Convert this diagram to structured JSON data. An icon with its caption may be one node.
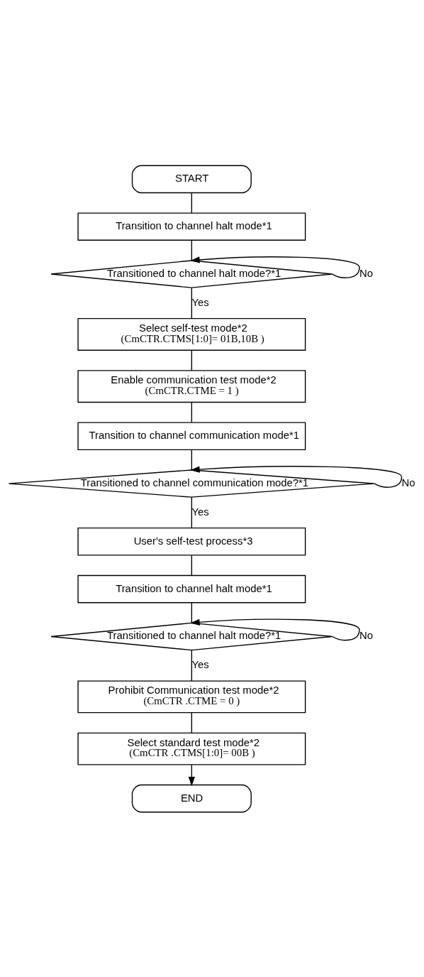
{
  "diagram": {
    "nodes": [
      {
        "text": [
          "START"
        ]
      },
      {
        "text": [
          "Transition to channel halt mode*1"
        ]
      },
      {
        "text": [
          "Transitioned to channel halt mode?*1"
        ]
      },
      {
        "text": [
          "Select self-test mode*2",
          "(CmCTR.CTMS[1:0]= 01B,10B )"
        ]
      },
      {
        "text": [
          "Enable communication test mode*2",
          "(CmCTR.CTME = 1 )"
        ]
      },
      {
        "text": [
          "Transition to channel communication mode*1"
        ]
      },
      {
        "text": [
          "Transitioned to channel communication mode?*1"
        ]
      },
      {
        "text": [
          "User's self-test process*3"
        ]
      },
      {
        "text": [
          "Transition to channel halt mode*1"
        ]
      },
      {
        "text": [
          "Transitioned to channel halt mode?*1"
        ]
      },
      {
        "text": [
          "Prohibit Communication test mode*2",
          "(CmCTR .CTME = 0 )"
        ]
      },
      {
        "text": [
          "Select standard test mode*2",
          "(CmCTR .CTMS[1:0]= 00B )"
        ]
      },
      {
        "text": [
          "END"
        ]
      }
    ],
    "edges": [
      {
        "from": 0,
        "to": 1,
        "arrow": "none"
      },
      {
        "from": 1,
        "to": 2,
        "arrow": "none"
      },
      {
        "from": 2,
        "to": 2,
        "arrow": "to",
        "label": "No"
      },
      {
        "from": 2,
        "to": 3,
        "arrow": "none",
        "label": "Yes"
      },
      {
        "from": 3,
        "to": 4,
        "arrow": "none"
      },
      {
        "from": 4,
        "to": 5,
        "arrow": "none"
      },
      {
        "from": 5,
        "to": 6,
        "arrow": "none"
      },
      {
        "from": 6,
        "to": 6,
        "arrow": "to",
        "label": "No"
      },
      {
        "from": 6,
        "to": 7,
        "arrow": "none",
        "label": "Yes"
      },
      {
        "from": 7,
        "to": 8,
        "arrow": "none"
      },
      {
        "from": 8,
        "to": 9,
        "arrow": "none"
      },
      {
        "from": 9,
        "to": 9,
        "arrow": "to",
        "label": "No"
      },
      {
        "from": 9,
        "to": 10,
        "arrow": "none",
        "label": "Yes"
      },
      {
        "from": 10,
        "to": 11,
        "arrow": "none"
      },
      {
        "from": 11,
        "to": 12,
        "arrow": "to"
      }
    ]
  }
}
